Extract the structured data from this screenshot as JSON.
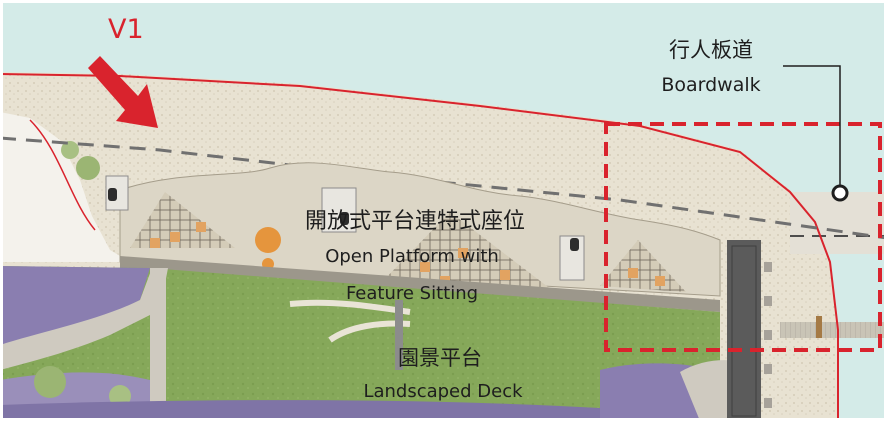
{
  "plan": {
    "colors": {
      "water": "#d4ebe8",
      "promenade": "#e9e4d6",
      "lawn": "#86a85a",
      "planting": "#8a7eb0",
      "accent_red": "#d9232d",
      "deck_grey": "#b9b6ae"
    },
    "viewpoint": {
      "label": "V1",
      "icon": "arrow-down-right-icon"
    },
    "labels": {
      "boardwalk_zh": "行人板道",
      "boardwalk_en": "Boardwalk",
      "platform_zh": "開放式平台連特式座位",
      "platform_en_line1": "Open Platform with",
      "platform_en_line2": "Feature Sitting",
      "deck_zh": "園景平台",
      "deck_en": "Landscaped Deck"
    }
  }
}
